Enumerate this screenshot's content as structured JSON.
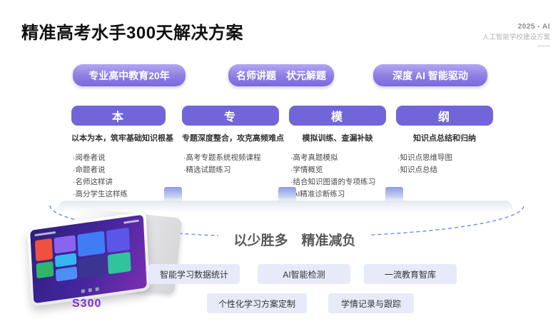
{
  "slide": {
    "title": "精准高考水手300天解决方案",
    "corner": {
      "line1": "2025 - AI",
      "line2": "人工智能学校建设方案"
    },
    "slogan": "以少胜多　精准减负",
    "device_model": "S300"
  },
  "badges": [
    {
      "label": "专业高中教育20年"
    },
    {
      "label": "名师讲题　状元解题"
    },
    {
      "label": "深度 AI 智能驱动"
    }
  ],
  "columns": [
    {
      "keyword": "本",
      "subtitle": "以本为本，筑牢基础知识根基",
      "bullets": [
        "·阅卷者说",
        "·命题者说",
        "·名师这样讲",
        "·高分学生这样练"
      ]
    },
    {
      "keyword": "专",
      "subtitle": "专题深度整合，攻克高频难点",
      "bullets": [
        "·高考专题系统视频课程",
        "·精选试题练习"
      ]
    },
    {
      "keyword": "模",
      "subtitle": "模拟训练、查漏补缺",
      "bullets": [
        "·高考真题模拟",
        "·学情概览",
        "·结合知识图谱的专项练习",
        "·AI精准诊断练习"
      ]
    },
    {
      "keyword": "纲",
      "subtitle": "知识点总结和归纳",
      "bullets": [
        "·知识点思维导图",
        "·知识点总结"
      ]
    }
  ],
  "features": {
    "row1": [
      "智能学习数据统计",
      "AI智能检测",
      "一流教育智库"
    ],
    "row2": [
      "个性化学习方案定制",
      "学情记录与跟踪"
    ]
  },
  "colors": {
    "column_header_purple": "#7165d9",
    "badge_gradient_top": "#b2a6f2",
    "badge_gradient_bottom": "#7b6adc",
    "dashed_line_blue": "#4f74f5",
    "feature_tag_bg": "#e7ebf9",
    "device_label_purple": "#7a2fd0"
  }
}
